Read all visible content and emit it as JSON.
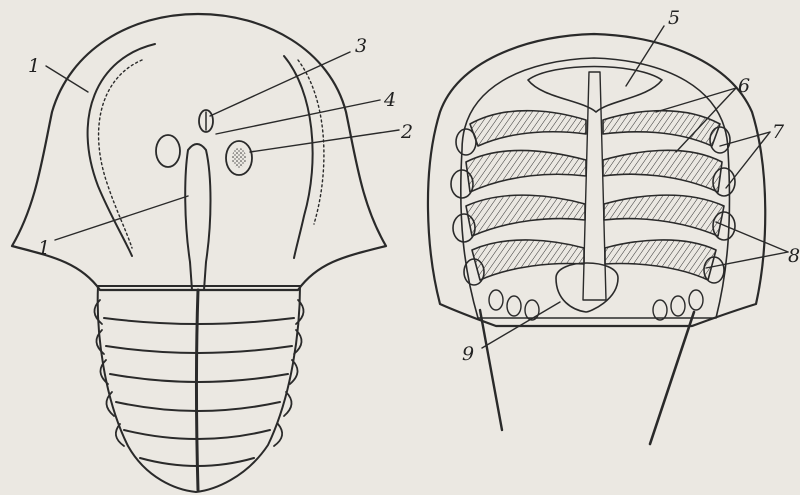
{
  "figure": {
    "left_view": {
      "labels": {
        "l1_top": "1",
        "l1_bottom": "1",
        "l2": "2",
        "l3": "3",
        "l4": "4"
      }
    },
    "right_view": {
      "labels": {
        "l5": "5",
        "l6": "6",
        "l7": "7",
        "l8": "8",
        "l9": "9"
      }
    },
    "colors": {
      "paper": "#ebe8e2",
      "ink": "#2a2a2a",
      "stipple": "#3a3a3a"
    }
  }
}
